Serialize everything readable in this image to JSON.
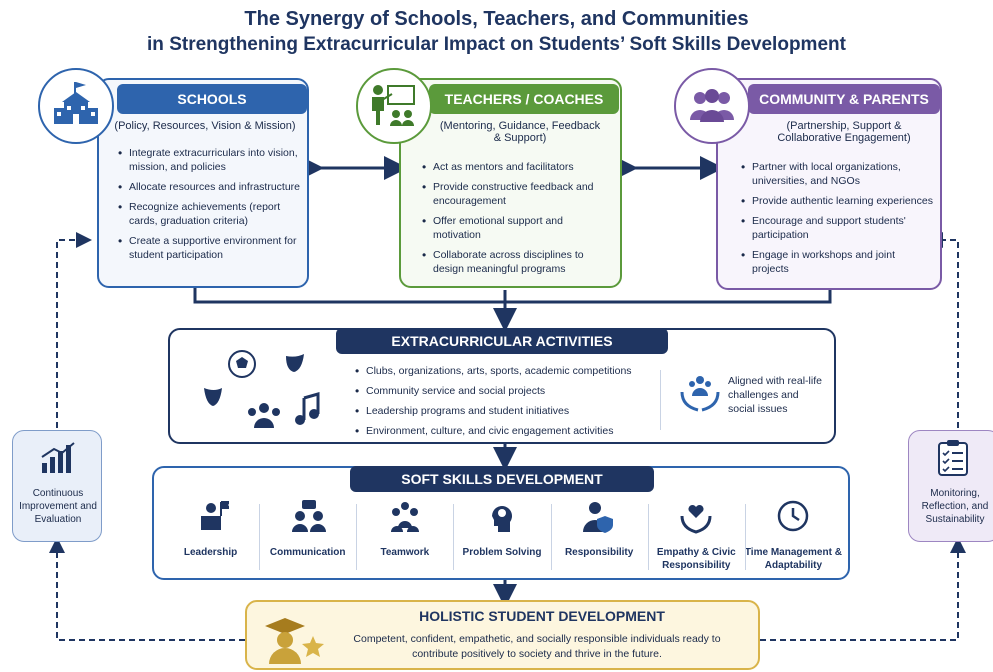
{
  "title": {
    "line1_bold": "The Synergy",
    "line1_rest": " of Schools, Teachers, and Communities",
    "line2": "in Strengthening Extracurricular Impact on Students’ Soft Skills Development"
  },
  "schools": {
    "header": "SCHOOLS",
    "subtitle": "(Policy, Resources, Vision & Mission)",
    "items": [
      "Integrate extracurriculars into vision, mission, and policies",
      "Allocate resources and infrastructure",
      "Recognize achievements (report cards, graduation criteria)",
      "Create a supportive environment for student participation"
    ]
  },
  "teachers": {
    "header": "TEACHERS / COACHES",
    "subtitle": "(Mentoring, Guidance, Feedback & Support)",
    "items": [
      "Act as mentors and facilitators",
      "Provide constructive feedback and encouragement",
      "Offer emotional support and motivation",
      "Collaborate across disciplines to design meaningful programs"
    ]
  },
  "community": {
    "header": "COMMUNITY & PARENTS",
    "subtitle": "(Partnership, Support & Collaborative Engagement)",
    "items": [
      "Partner with local organizations, universities, and NGOs",
      "Provide authentic learning experiences",
      "Encourage and support students' participation",
      "Engage in workshops and joint projects"
    ]
  },
  "extracurricular": {
    "header": "EXTRACURRICULAR ACTIVITIES",
    "items": [
      "Clubs, organizations, arts, sports, academic competitions",
      "Community service and social projects",
      "Leadership programs and student initiatives",
      "Environment, culture, and civic engagement activities"
    ],
    "aligned": "Aligned with real-life challenges and social issues"
  },
  "soft_skills": {
    "header": "SOFT SKILLS DEVELOPMENT",
    "skills": [
      "Leadership",
      "Communication",
      "Teamwork",
      "Problem Solving",
      "Responsibility",
      "Empathy & Civic Responsibility",
      "Time Management & Adaptability"
    ]
  },
  "holistic": {
    "header": "HOLISTIC STUDENT DEVELOPMENT",
    "text": "Competent, confident, empathetic, and socially responsible individuals ready to contribute positively to society and thrive in the future."
  },
  "side_left": {
    "label": "Continuous Improvement and Evaluation"
  },
  "side_right": {
    "label": "Monitoring, Reflection, and Sustainability"
  },
  "colors": {
    "navy": "#1f3561",
    "schools_blue": "#2e64ad",
    "teachers_green": "#5b9a3b",
    "community_purple": "#7a5aa6",
    "gold": "#d9b44a"
  }
}
